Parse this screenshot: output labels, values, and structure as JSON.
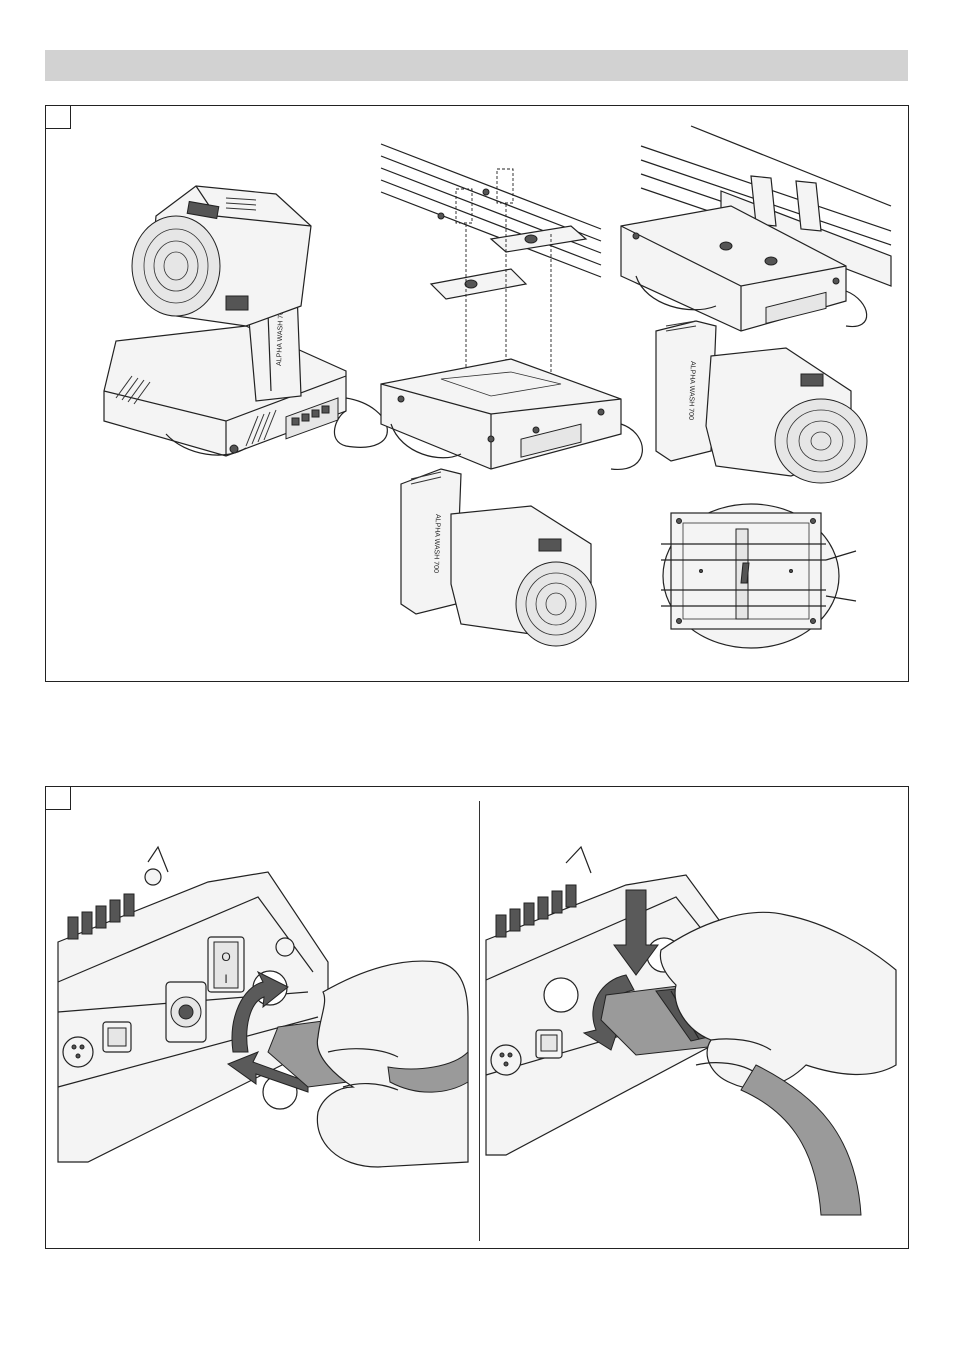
{
  "header": {
    "label": ""
  },
  "panels": [
    {
      "id": "A",
      "label": ""
    },
    {
      "id": "B",
      "label": ""
    }
  ],
  "fixture_label": "ALPHA WASH 700",
  "switch_labels": {
    "off": "O",
    "on": "I"
  },
  "colors": {
    "header_bar": "#d2d2d2",
    "line": "#222222",
    "cable": "#9a9a9a",
    "arrow": "#5a5a5a"
  }
}
